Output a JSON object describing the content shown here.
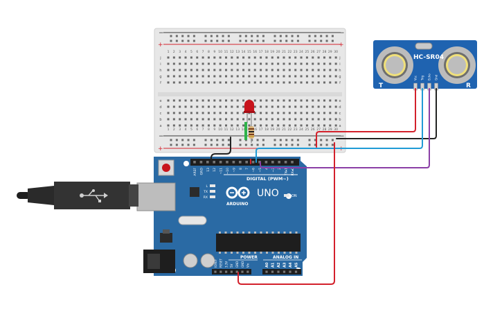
{
  "breadboard": {
    "rail_minus": "−",
    "rail_plus": "+",
    "row_letters_top": [
      "j",
      "i",
      "h",
      "g",
      "f"
    ],
    "row_letters_bottom": [
      "e",
      "d",
      "c",
      "b",
      "a"
    ],
    "column_numbers": [
      "1",
      "2",
      "3",
      "4",
      "5",
      "6",
      "7",
      "8",
      "9",
      "10",
      "11",
      "12",
      "13",
      "14",
      "15",
      "16",
      "17",
      "18",
      "19",
      "20",
      "21",
      "22",
      "23",
      "24",
      "25",
      "26",
      "27",
      "28",
      "29",
      "30"
    ]
  },
  "sensor": {
    "model": "HC-SR04",
    "left_mark": "T",
    "right_mark": "R",
    "pins": [
      "Vcc",
      "Trig",
      "Echo",
      "Gnd"
    ]
  },
  "arduino": {
    "board_name": "UNO",
    "brand": "ARDUINO",
    "digital_header_label": "DIGITAL (PWM~)",
    "power_label": "POWER",
    "analog_label": "ANALOG IN",
    "led_labels": [
      "L",
      "TX",
      "RX"
    ],
    "on_label": "ON",
    "top_pins": [
      "AREF",
      "GND",
      "13",
      "12",
      "~11",
      "~10",
      "~9",
      "8",
      "7",
      "~6",
      "~5",
      "4",
      "~3",
      "2",
      "TX▸1",
      "RX◂0"
    ],
    "power_pins": [
      "IOREF",
      "RESET",
      "3.3V",
      "5V",
      "GND",
      "GND",
      "Vin"
    ],
    "analog_pins": [
      "A0",
      "A1",
      "A2",
      "A3",
      "A4",
      "A5"
    ]
  },
  "colors": {
    "wire_red": "#d3202b",
    "wire_black": "#222222",
    "wire_blue": "#1f9bd6",
    "wire_purple": "#8a3ea6",
    "wire_green": "#2fb34a",
    "board_blue": "#2a6aa4",
    "sensor_blue": "#1f63b0",
    "led_red": "#c8141c"
  }
}
